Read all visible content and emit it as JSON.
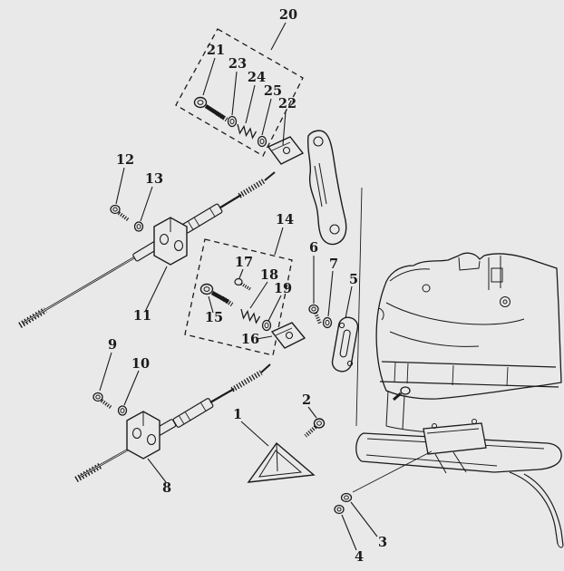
{
  "colors": {
    "background": "#e9e9e9",
    "ink": "#1b1b1b"
  },
  "diagram": {
    "callouts": [
      {
        "text": "1"
      },
      {
        "text": "2"
      },
      {
        "text": "3"
      },
      {
        "text": "4"
      },
      {
        "text": "5"
      },
      {
        "text": "6"
      },
      {
        "text": "7"
      },
      {
        "text": "8"
      },
      {
        "text": "9"
      },
      {
        "text": "10"
      },
      {
        "text": "11"
      },
      {
        "text": "12"
      },
      {
        "text": "13"
      },
      {
        "text": "14"
      },
      {
        "text": "15"
      },
      {
        "text": "16"
      },
      {
        "text": "17"
      },
      {
        "text": "18"
      },
      {
        "text": "19"
      },
      {
        "text": "20"
      },
      {
        "text": "21"
      },
      {
        "text": "22"
      },
      {
        "text": "23"
      },
      {
        "text": "24"
      },
      {
        "text": "25"
      }
    ]
  }
}
